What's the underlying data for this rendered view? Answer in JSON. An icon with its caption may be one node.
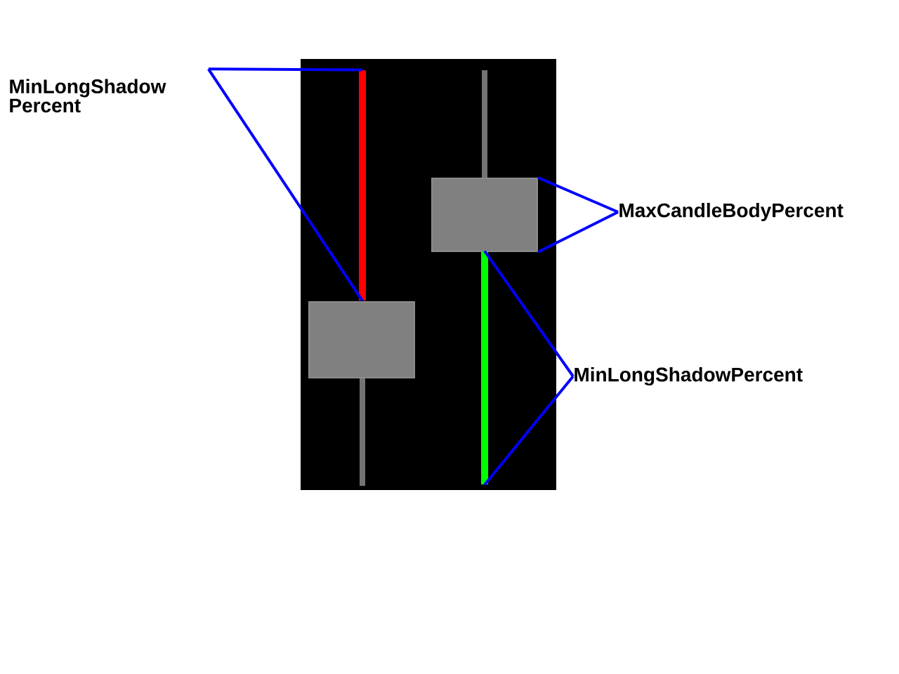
{
  "diagram": {
    "nodes": [
      {
        "text": [
          "MinLongShadow Percent"
        ]
      },
      {
        "text": [],
        "shape": "bar"
      },
      {
        "text": [],
        "shape": "box"
      },
      {
        "text": [
          "MaxCandleBodyPercent"
        ]
      },
      {
        "text": [],
        "shape": "bar"
      },
      {
        "text": [
          "MinLongShadowPercent"
        ]
      }
    ],
    "edges": [
      {
        "from": 0,
        "to": 1,
        "arrow": "none"
      },
      {
        "from": 0,
        "to": 1,
        "arrow": "none"
      },
      {
        "from": 3,
        "to": 2,
        "arrow": "none"
      },
      {
        "from": 3,
        "to": 2,
        "arrow": "none"
      },
      {
        "from": 5,
        "to": 4,
        "arrow": "none"
      },
      {
        "from": 5,
        "to": 4,
        "arrow": "none"
      }
    ]
  }
}
